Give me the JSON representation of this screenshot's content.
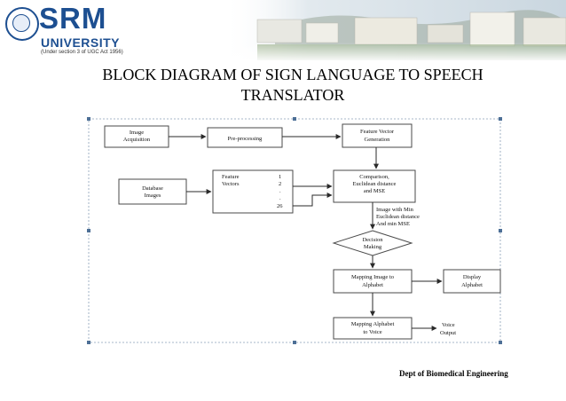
{
  "header": {
    "brand": "SRM",
    "university": "UNIVERSITY",
    "act_note": "(Under section 3 of UGC Act 1956)"
  },
  "title": {
    "line1": "BLOCK DIAGRAM OF SIGN LANGUAGE TO SPEECH",
    "line2": "TRANSLATOR"
  },
  "diagram": {
    "image_acquisition": [
      "Image",
      "Acquisition"
    ],
    "pre_processing": "Pre-processing",
    "feature_vector_generation": [
      "Feature Vector",
      "Generation"
    ],
    "database_images": [
      "Database",
      "Images"
    ],
    "feature_vectors": [
      "Feature",
      "Vectors"
    ],
    "feature_indices": [
      "1",
      "2",
      ".",
      ".",
      "26"
    ],
    "comparison": [
      "Comparison,",
      "Euclidean distance",
      "and MSE"
    ],
    "min_label": [
      "Image with Min",
      "Euclidean distance",
      "And min MSE"
    ],
    "decision_making": [
      "Decision",
      "Making"
    ],
    "mapping_image": [
      "Mapping Image to",
      "Alphabet"
    ],
    "display_alphabet": [
      "Display",
      "Alphabet"
    ],
    "mapping_alphabet": [
      "Mapping Alphabet",
      "to Voice"
    ],
    "voice_output": [
      "Voice",
      "Output"
    ]
  },
  "footer": {
    "dept": "Dept of Biomedical Engineering"
  },
  "colors": {
    "brand_blue": "#1d4f91",
    "box_border": "#4a4a4a",
    "arrow": "#2a2a2a"
  }
}
